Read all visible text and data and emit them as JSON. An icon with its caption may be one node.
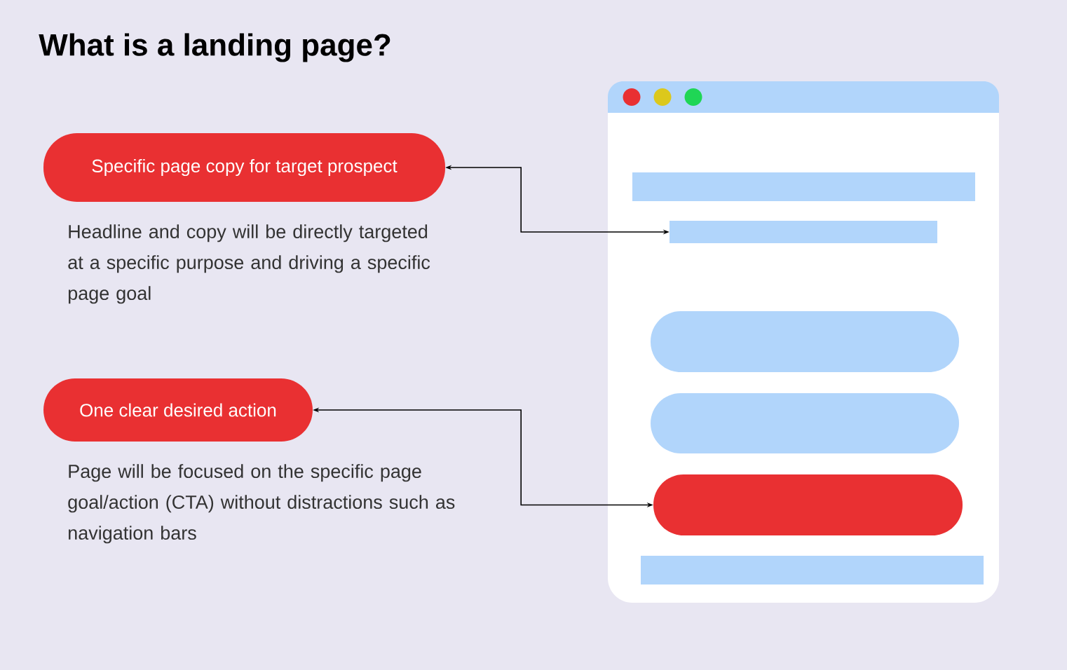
{
  "diagram": {
    "title": "What is a landing page?",
    "nodes": [
      {
        "text": [
          "Specific page copy for target prospect"
        ],
        "beside": [
          "Headline and copy will be directly targeted at a specific purpose and driving a specific page goal"
        ]
      },
      {
        "text": [
          "One clear desired action"
        ],
        "beside": [
          "Page will be focused on the specific page goal/action (CTA) without distractions such as navigation bars"
        ]
      },
      {
        "text": [],
        "shape": "box"
      },
      {
        "text": [],
        "shape": "bar"
      },
      {
        "text": [],
        "shape": "bar",
        "in": 2
      },
      {
        "text": [],
        "shape": "bar",
        "in": 2
      },
      {
        "text": [],
        "shape": "box",
        "in": 2
      },
      {
        "text": [],
        "shape": "box",
        "in": 2
      },
      {
        "text": [],
        "shape": "box",
        "in": 2
      },
      {
        "text": [],
        "shape": "bar",
        "in": 2
      }
    ],
    "edges": [
      {
        "from": 0,
        "to": 5,
        "arrow": "both"
      },
      {
        "from": 1,
        "to": 8,
        "arrow": "both"
      }
    ]
  }
}
